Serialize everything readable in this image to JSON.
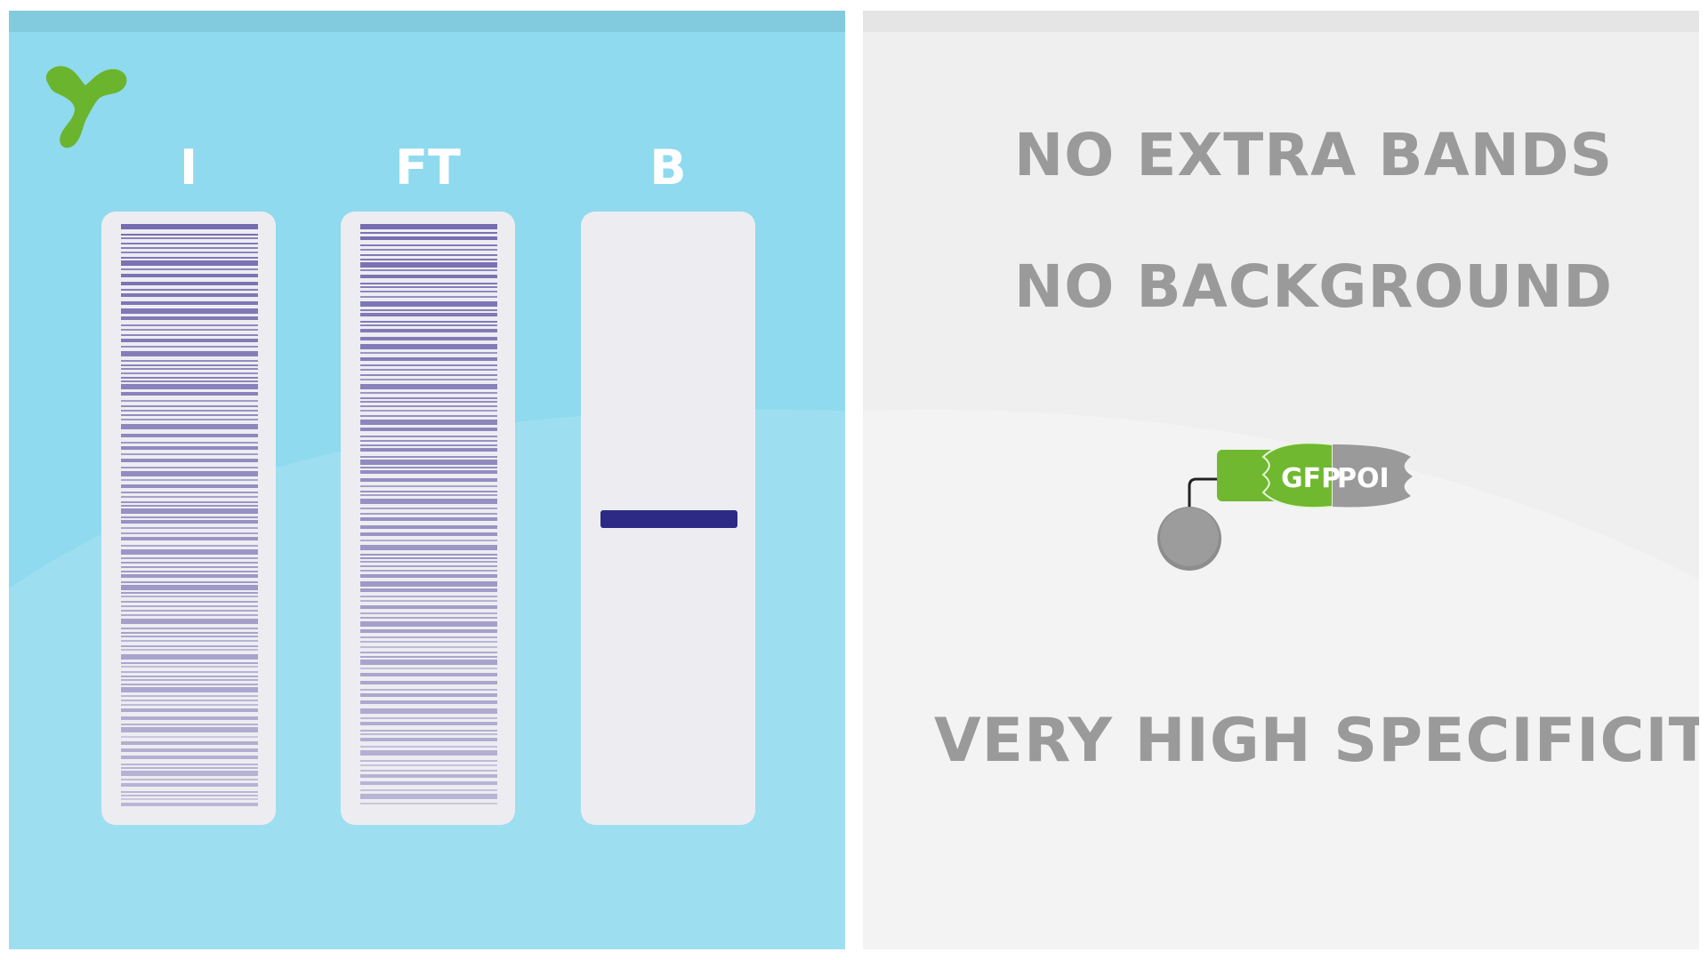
{
  "lanes": [
    {
      "label": "I"
    },
    {
      "label": "FT"
    },
    {
      "label": "B"
    }
  ],
  "claims": {
    "line1": "NO EXTRA BANDS",
    "line2": "NO BACKGROUND",
    "line3": "VERY HIGH SPECIFICITY"
  },
  "construct": {
    "tag_label": "GFP",
    "protein_label": "POI"
  },
  "colors": {
    "left_background": "#8fdaee",
    "right_background": "#efefef",
    "lane_background": "#ededf1",
    "band_color": "#6e64ad",
    "target_band_color": "#2d2a86",
    "gfp_green": "#6fb82f",
    "poi_gray": "#9a9a9a",
    "claim_text": "#9a9a9a",
    "logo_green": "#6bb42d"
  }
}
